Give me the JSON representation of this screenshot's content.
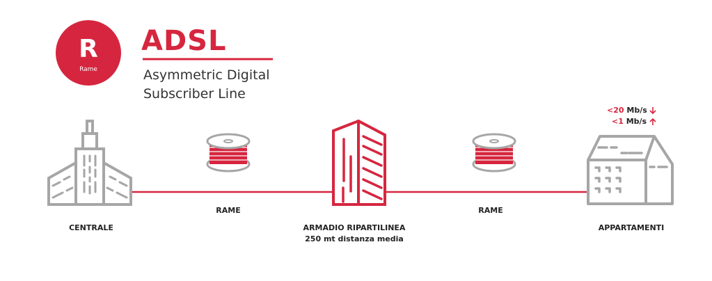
{
  "colors": {
    "accent": "#d6263f",
    "gray": "#a6a6a6",
    "text": "#222222"
  },
  "logo": {
    "letter": "R",
    "caption": "Rame"
  },
  "header": {
    "title": "ADSL",
    "subtitle_line1": "Asymmetric Digital",
    "subtitle_line2": "Subscriber Line"
  },
  "nodes": {
    "centrale": "CENTRALE",
    "cable1": "RAME",
    "armadio": "ARMADIO RIPARTILINEA",
    "armadio_sub": "250 mt distanza media",
    "cable2": "RAME",
    "appartamenti": "APPARTAMENTI"
  },
  "speeds": {
    "down_value": "<20",
    "down_unit": "Mb/s",
    "down_icon": "arrow-down-icon",
    "up_value": "<1",
    "up_unit": "Mb/s",
    "up_icon": "arrow-up-icon"
  }
}
